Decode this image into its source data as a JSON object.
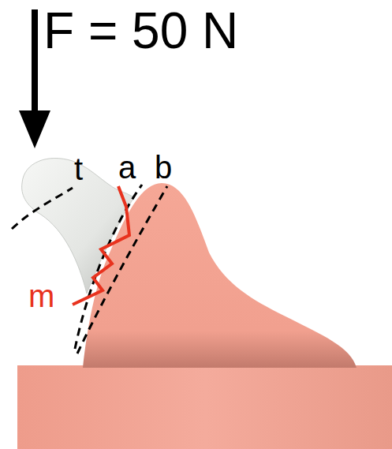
{
  "diagram": {
    "labels": [
      "F = 50 N",
      "t",
      "a",
      "b",
      "m"
    ]
  }
}
